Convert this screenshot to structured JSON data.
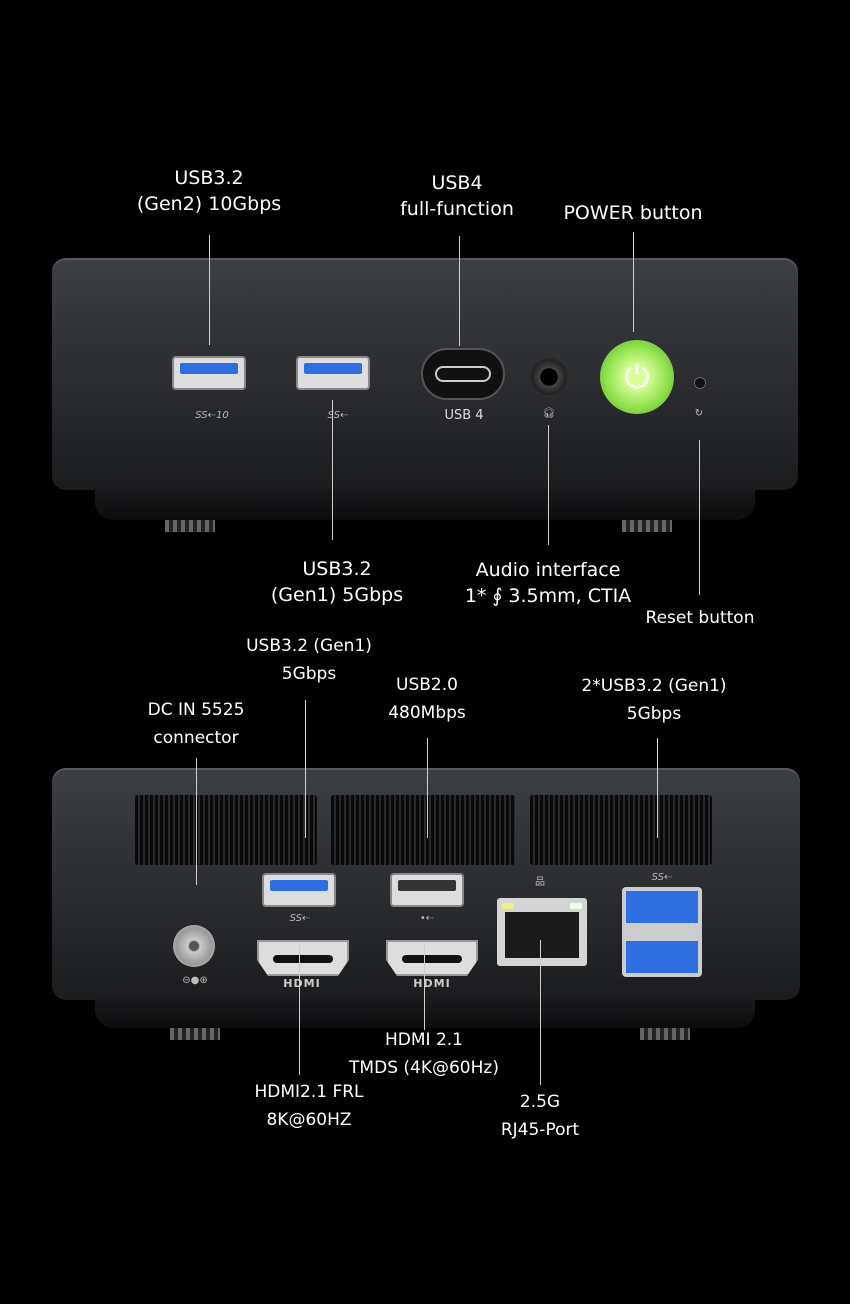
{
  "front": {
    "usb_gen2": [
      "USB3.2",
      "(Gen2) 10Gbps"
    ],
    "usb4": [
      "USB4",
      "full-function"
    ],
    "power": [
      "POWER button"
    ],
    "usb_gen1": [
      "USB3.2",
      "(Gen1) 5Gbps"
    ],
    "audio": [
      "Audio interface",
      "1* ∮ 3.5mm, CTIA"
    ],
    "reset": [
      "Reset button"
    ],
    "usb4_port_label": "USB 4",
    "ss10_symbol": "SS⇠10",
    "ss_symbol": "SS⇠"
  },
  "back": {
    "usb_gen1": [
      "USB3.2 (Gen1)",
      "5Gbps"
    ],
    "dc_in": [
      "DC IN 5525",
      "connector"
    ],
    "usb2": [
      "USB2.0",
      "480Mbps"
    ],
    "dual_usb": [
      "2*USB3.2 (Gen1)",
      "5Gbps"
    ],
    "hdmi_tmds": [
      "HDMI 2.1",
      "TMDS (4K@60Hz)"
    ],
    "hdmi_frl": [
      "HDMI2.1 FRL",
      "8K@60HZ"
    ],
    "rj45": [
      "2.5G",
      "RJ45-Port"
    ],
    "hdmi_logo": "HDMI",
    "ss_symbol": "SS⇠",
    "usb_symbol": "•⇠"
  }
}
